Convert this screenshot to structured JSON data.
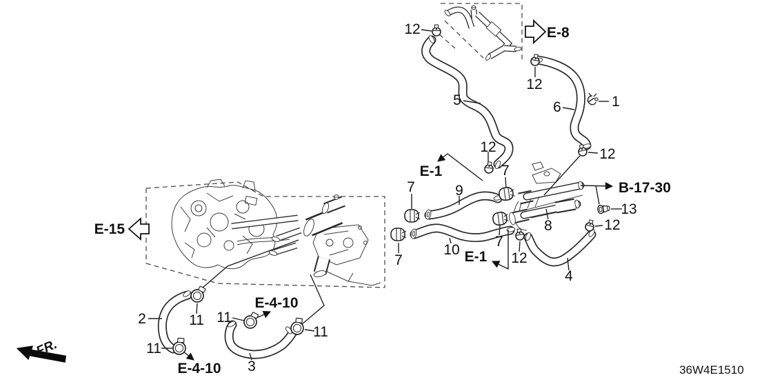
{
  "callouts": {
    "1": "1",
    "2": "2",
    "3": "3",
    "4": "4",
    "5": "5",
    "6": "6",
    "7": "7",
    "8": "8",
    "9": "9",
    "10": "10",
    "11": "11",
    "12": "12",
    "13": "13"
  },
  "references": {
    "e8": "E-8",
    "e15": "E-15",
    "e1": "E-1",
    "e4_10": "E-4-10",
    "b17_30": "B-17-30"
  },
  "direction_indicator": "FR.",
  "diagram_code": "36W4E1510",
  "colors": {
    "background": "#ffffff",
    "line": "#222222"
  }
}
